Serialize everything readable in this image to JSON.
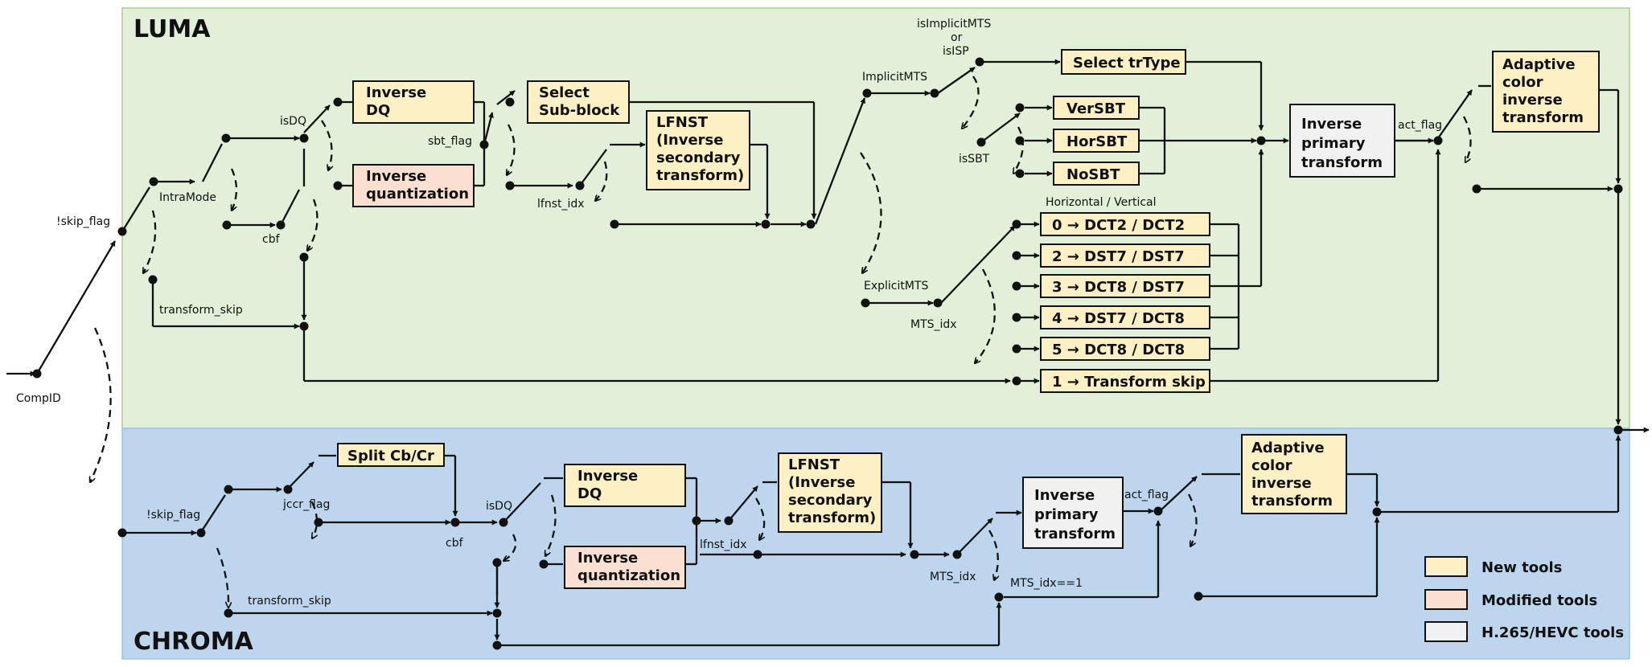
{
  "regions": {
    "luma": "LUMA",
    "chroma": "CHROMA"
  },
  "colors": {
    "luma_bg": "#e2efd9",
    "chroma_bg": "#bdd6ee",
    "new_tools": "#fdf0c5",
    "modified_tools": "#fbe0d1",
    "hevc_tools": "#f1f1f1"
  },
  "labels": {
    "comp_id": "CompID",
    "luma_skip_flag": "!skip_flag",
    "intra_mode": "IntraMode",
    "luma_is_dq": "isDQ",
    "luma_cbf": "cbf",
    "luma_transform_skip": "transform_skip",
    "sbt_flag": "sbt_flag",
    "luma_lfnst_idx": "lfnst_idx",
    "implicit_mts": "ImplicitMTS",
    "explicit_mts": "ExplicitMTS",
    "is_implicit_line1": "isImplicitMTS",
    "is_implicit_line2": "or",
    "is_implicit_line3": "isISP",
    "is_sbt": "isSBT",
    "luma_mts_idx": "MTS_idx",
    "horizontal_vertical": "Horizontal / Vertical",
    "luma_act_flag": "act_flag",
    "chroma_skip_flag": "!skip_flag",
    "jccr_flag": "jccr_flag",
    "chroma_transform_skip": "transform_skip",
    "chroma_cbf": "cbf",
    "chroma_is_dq": "isDQ",
    "chroma_lfnst_idx": "lfnst_idx",
    "chroma_mts_idx": "MTS_idx",
    "mts_idx_eq1": "MTS_idx==1",
    "chroma_act_flag": "act_flag"
  },
  "boxes": {
    "luma_inverse_dq": [
      "Inverse",
      "DQ"
    ],
    "luma_inverse_quant": [
      "Inverse",
      "quantization"
    ],
    "select_subblock": [
      "Select",
      "Sub-block"
    ],
    "luma_lfnst": [
      "LFNST",
      "(Inverse",
      "secondary",
      "transform)"
    ],
    "select_trtype": [
      "Select trType"
    ],
    "versbt": [
      "VerSBT"
    ],
    "horsbt": [
      "HorSBT"
    ],
    "nosbt": [
      "NoSBT"
    ],
    "mts0": [
      "0 → DCT2 / DCT2"
    ],
    "mts2": [
      "2 → DST7 / DST7"
    ],
    "mts3": [
      "3 → DCT8 / DST7"
    ],
    "mts4": [
      "4 → DST7 / DCT8"
    ],
    "mts5": [
      "5 → DCT8 / DCT8"
    ],
    "mts1": [
      "1 → Transform skip"
    ],
    "luma_inverse_primary": [
      "Inverse",
      "primary",
      "transform"
    ],
    "luma_act": [
      "Adaptive",
      "color",
      "inverse",
      "transform"
    ],
    "split_cbcr": [
      "Split Cb/Cr"
    ],
    "chroma_inverse_dq": [
      "Inverse",
      "DQ"
    ],
    "chroma_inverse_quant": [
      "Inverse",
      "quantization"
    ],
    "chroma_lfnst": [
      "LFNST",
      "(Inverse",
      "secondary",
      "transform)"
    ],
    "chroma_inverse_primary": [
      "Inverse",
      "primary",
      "transform"
    ],
    "chroma_act": [
      "Adaptive",
      "color",
      "inverse",
      "transform"
    ]
  },
  "legend": [
    {
      "label": "New tools",
      "color": "#fdf0c5"
    },
    {
      "label": "Modified tools",
      "color": "#fbe0d1"
    },
    {
      "label": "H.265/HEVC tools",
      "color": "#f1f1f1"
    }
  ]
}
